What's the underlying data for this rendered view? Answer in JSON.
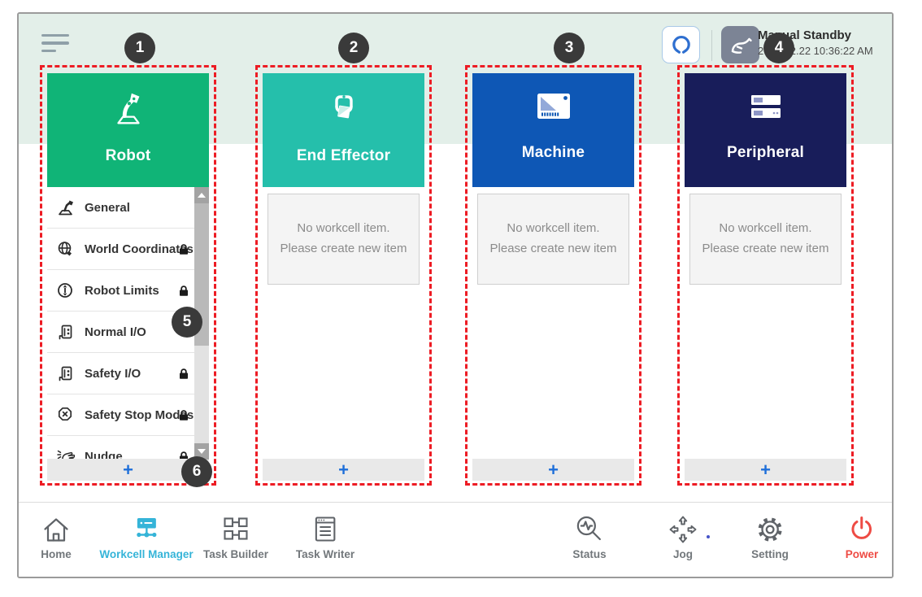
{
  "window": {
    "status": {
      "mode": "Manual Standby",
      "datetime": "2022.12.22 10:36:22 AM"
    }
  },
  "annotations": {
    "markers": [
      "1",
      "2",
      "3",
      "4",
      "5",
      "6"
    ]
  },
  "columns": {
    "robot": {
      "title": "Robot",
      "add_label": "+",
      "items": [
        {
          "label": "General",
          "locked": false
        },
        {
          "label": "World Coordinates",
          "locked": true
        },
        {
          "label": "Robot Limits",
          "locked": true
        },
        {
          "label": "Normal I/O",
          "locked": false
        },
        {
          "label": "Safety I/O",
          "locked": true
        },
        {
          "label": "Safety Stop Modes",
          "locked": true
        },
        {
          "label": "Nudge",
          "locked": true
        }
      ]
    },
    "end_effector": {
      "title": "End Effector",
      "add_label": "+",
      "empty": {
        "line1": "No workcell item.",
        "line2": "Please create new item"
      }
    },
    "machine": {
      "title": "Machine",
      "add_label": "+",
      "empty": {
        "line1": "No workcell item.",
        "line2": "Please create new item"
      }
    },
    "peripheral": {
      "title": "Peripheral",
      "add_label": "+",
      "empty": {
        "line1": "No workcell item.",
        "line2": "Please create new item"
      }
    }
  },
  "nav": {
    "home": "Home",
    "workcell_manager": "Workcell Manager",
    "task_builder": "Task Builder",
    "task_writer": "Task Writer",
    "status": "Status",
    "jog": "Jog",
    "setting": "Setting",
    "power": "Power"
  },
  "colors": {
    "robot_green": "#10b477",
    "end_effector_teal": "#25bfab",
    "machine_blue": "#0e57b5",
    "peripheral_navy": "#181d5a",
    "annotation_red": "#ed1c24",
    "marker_bg": "#3a3a3a",
    "add_plus_blue": "#1e6fd9",
    "nav_active_cyan": "#35b4d8",
    "power_red": "#ee4b44",
    "top_band_mint": "#e3efe9"
  }
}
